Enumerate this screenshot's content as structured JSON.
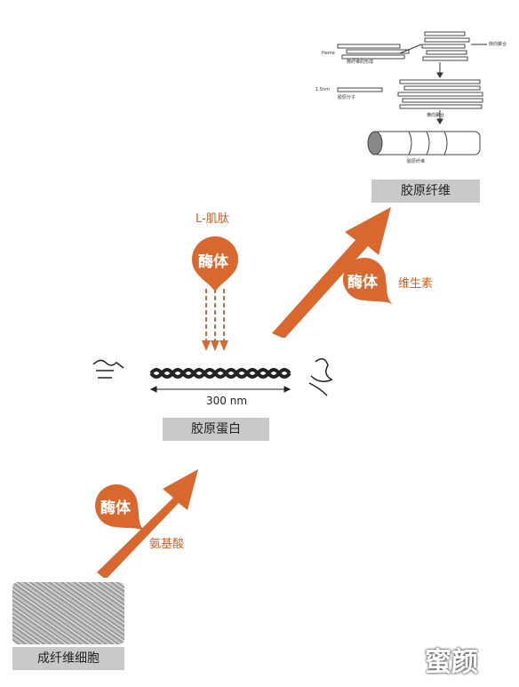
{
  "labels": {
    "collagen_fiber": "胶原纤维",
    "collagen_protein": "胶原蛋白",
    "fibroblast": "成纤维细胞"
  },
  "enzymes": {
    "top": "酶体",
    "right": "酶体",
    "bottom": "酶体"
  },
  "factors": {
    "l_peptide": "L-肌肽",
    "vitamin": "维生素",
    "amino_acid": "氨基酸"
  },
  "scale": {
    "length": "300 nm"
  },
  "inset": {
    "label_a": "Heme",
    "label_b": "微纤维的形成",
    "label_c": "1.5nm",
    "label_d": "胶原分子",
    "label_e": "侧向聚合",
    "label_f": "横向聚合",
    "label_g": "胶原纤维"
  },
  "watermark": "蜜颜",
  "colors": {
    "accent": "#d9682e",
    "label_bg": "#c9c9c9"
  }
}
